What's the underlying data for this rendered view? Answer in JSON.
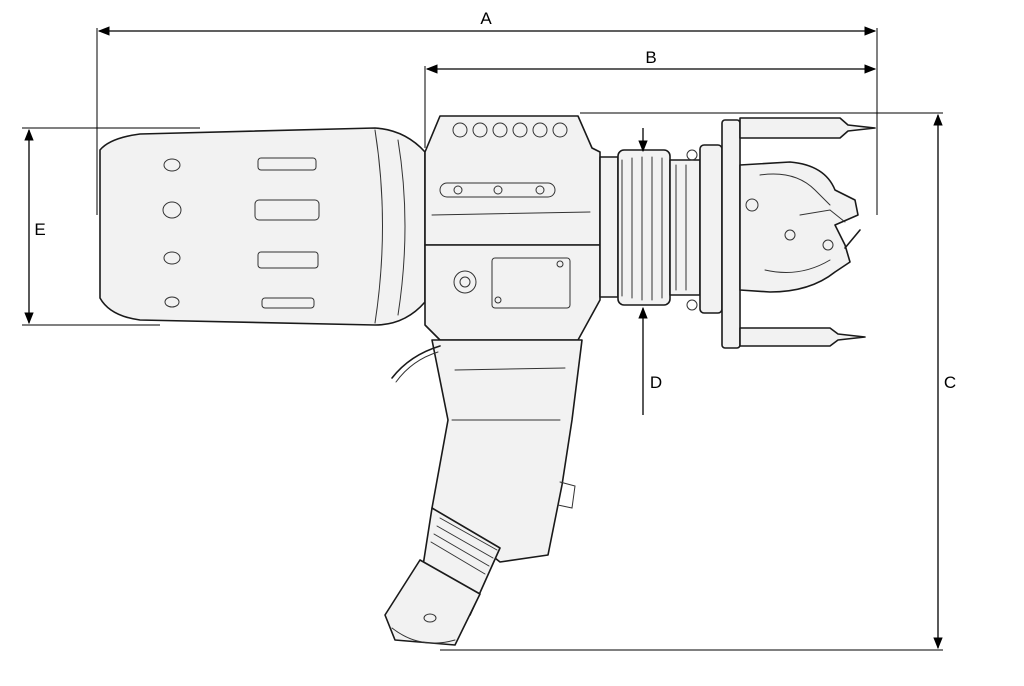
{
  "dimensions": {
    "a": "A",
    "b": "B",
    "c": "C",
    "d": "D",
    "e": "E"
  },
  "colors": {
    "line": "#000000",
    "body": "#f2f2f2",
    "background": "#ffffff"
  }
}
